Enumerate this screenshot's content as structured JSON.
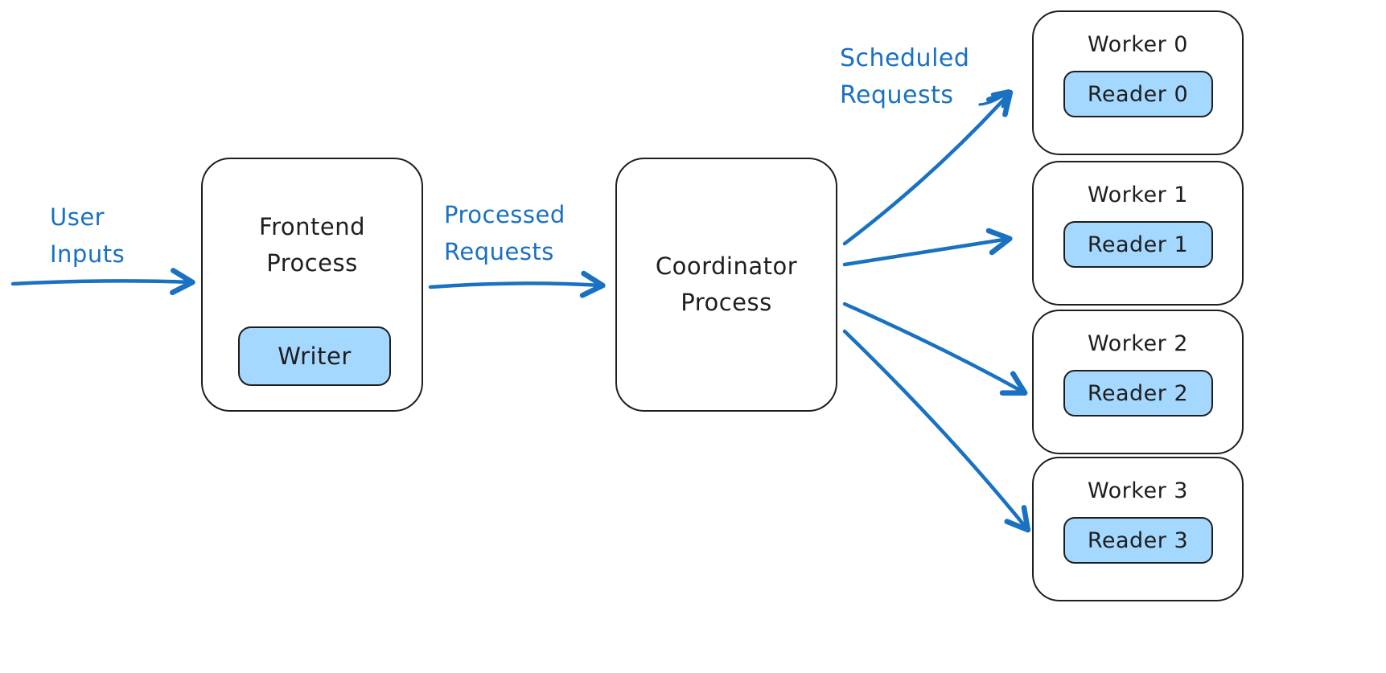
{
  "labels": {
    "user_inputs": "User Inputs",
    "processed_requests": "Processed Requests",
    "scheduled_requests": "Scheduled Requests"
  },
  "nodes": {
    "frontend": {
      "title": "Frontend Process",
      "child": "Writer"
    },
    "coordinator": {
      "title": "Coordinator Process"
    },
    "workers": [
      {
        "title": "Worker 0",
        "child": "Reader 0"
      },
      {
        "title": "Worker 1",
        "child": "Reader 1"
      },
      {
        "title": "Worker 2",
        "child": "Reader 2"
      },
      {
        "title": "Worker 3",
        "child": "Reader 3"
      }
    ]
  },
  "colors": {
    "arrow_blue": "#1971c2",
    "label_blue": "#1971c2",
    "chip_fill": "#a5d8ff",
    "stroke_dark": "#1e1e1e",
    "background": "#ffffff"
  }
}
